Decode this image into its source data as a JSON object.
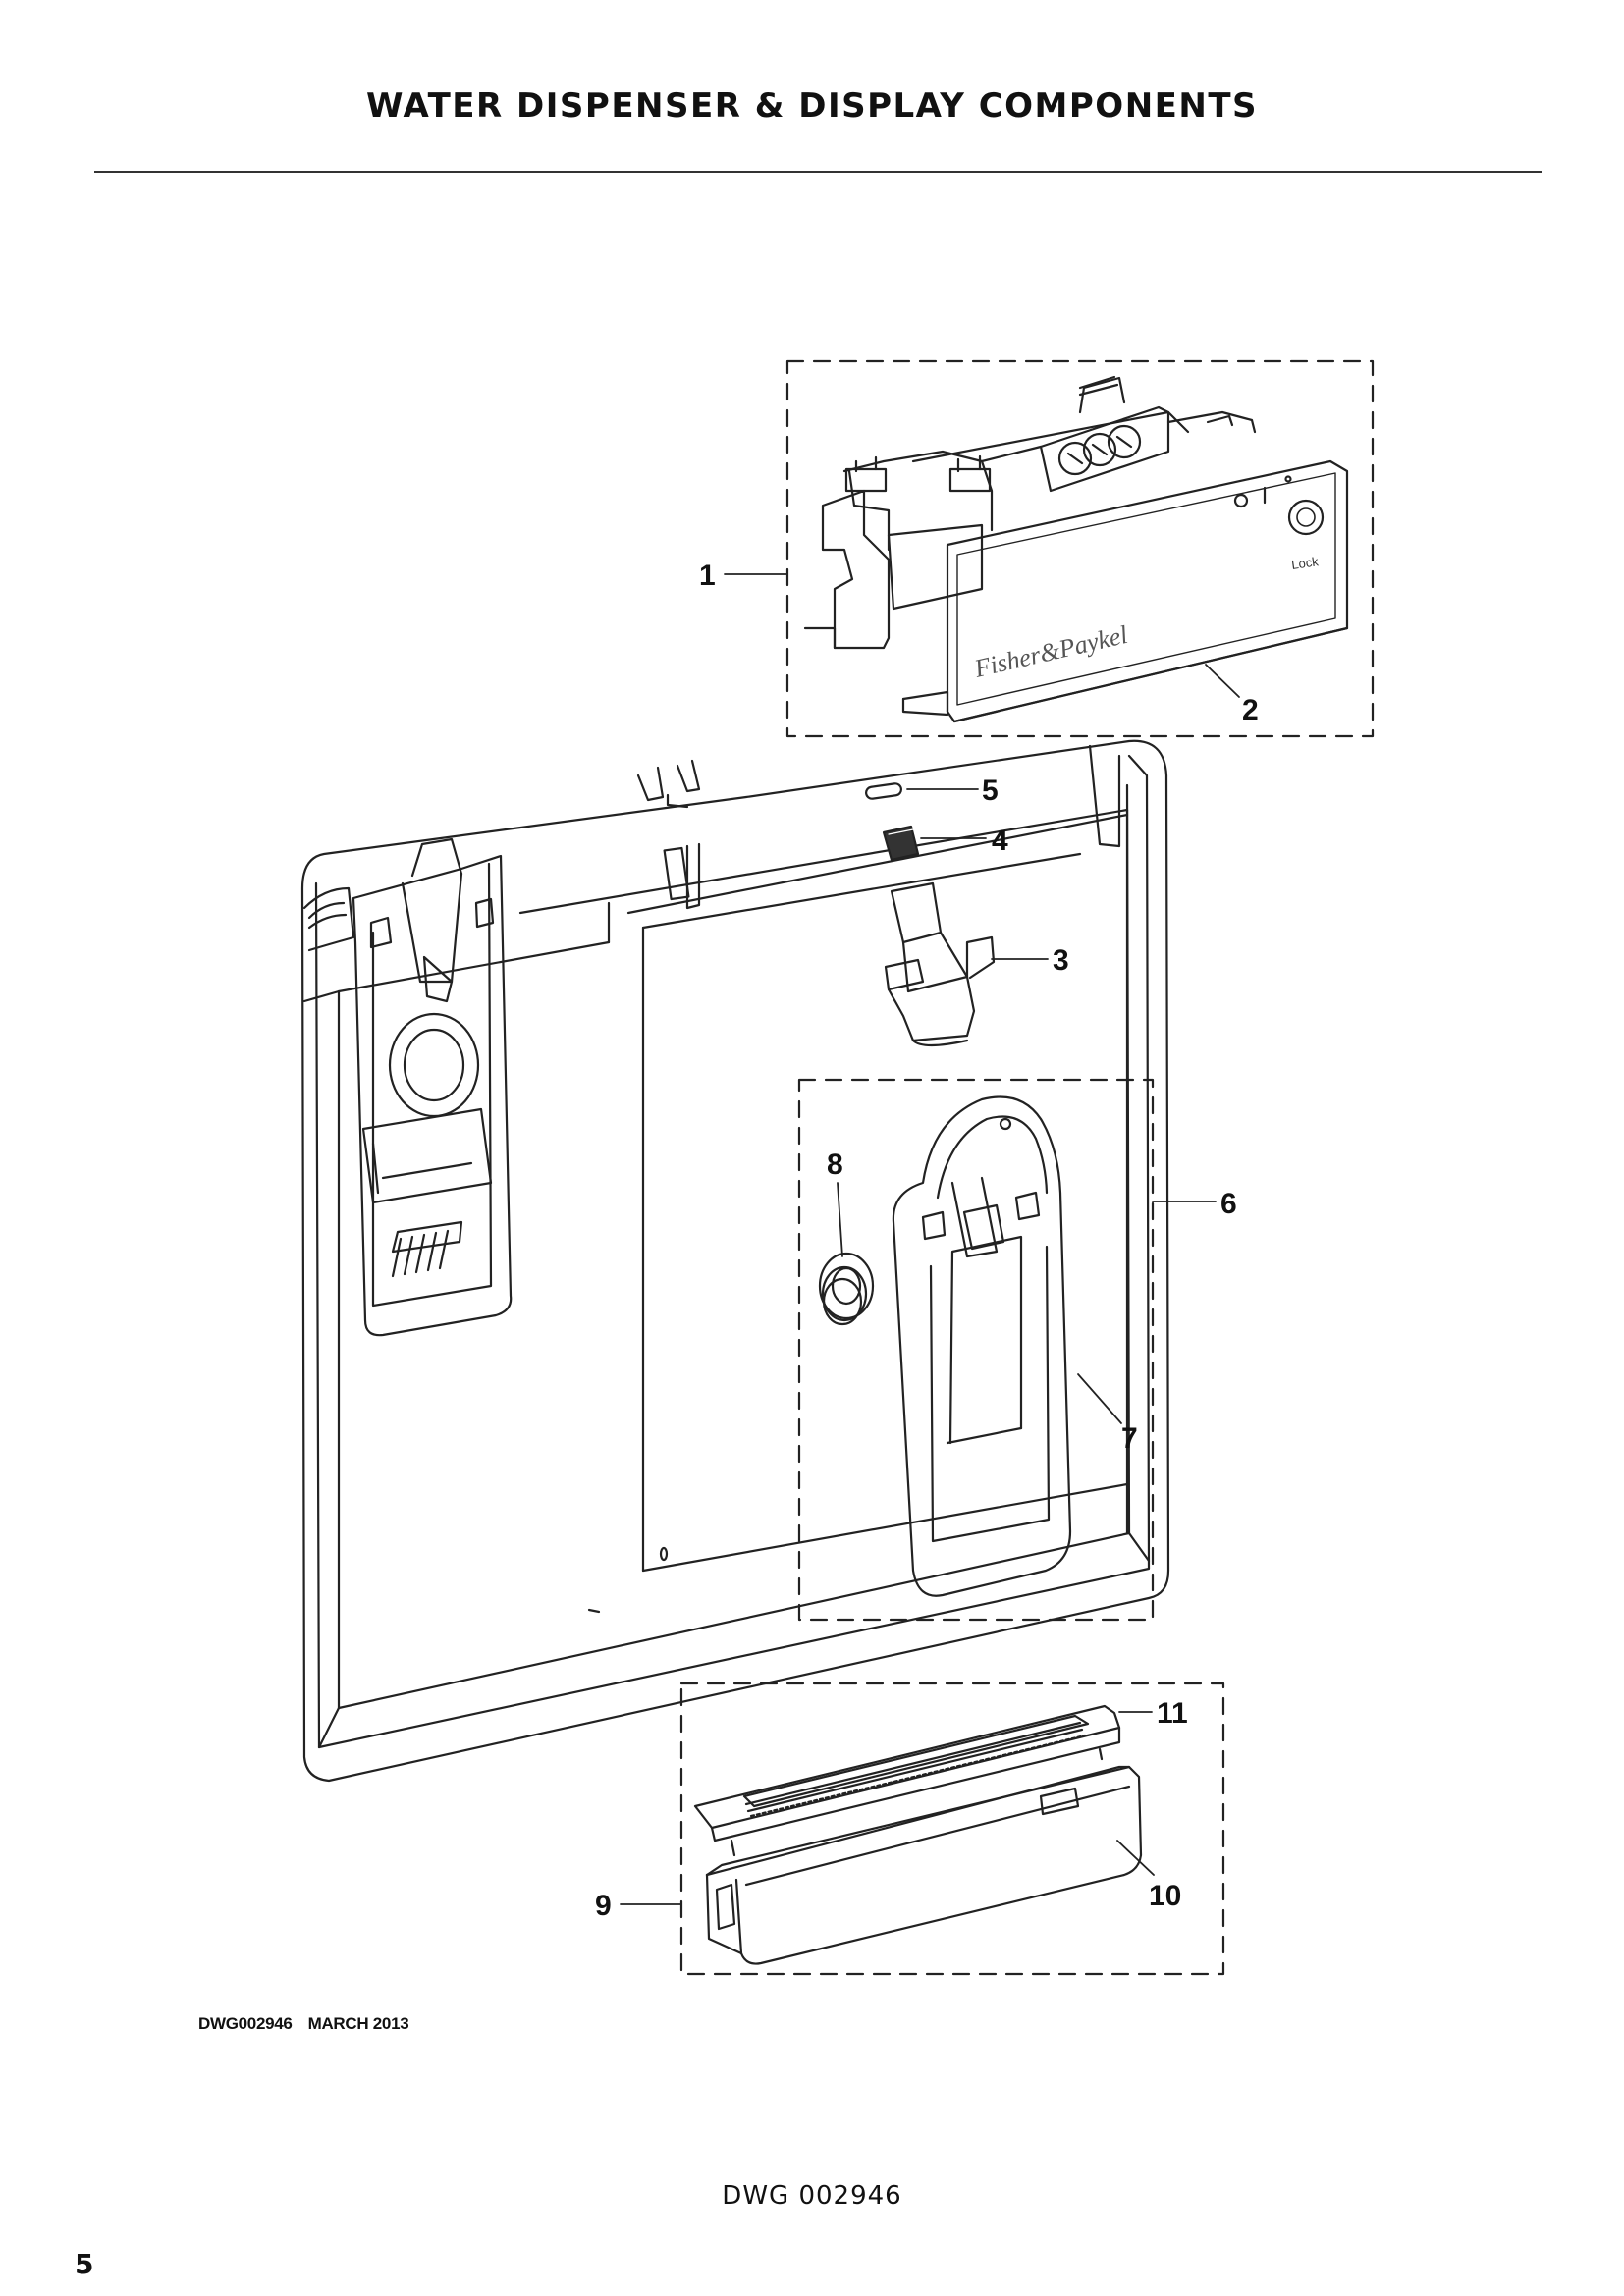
{
  "page": {
    "title": "WATER DISPENSER & DISPLAY COMPONENTS",
    "drawing_id": "DWG002946",
    "drawing_date": "MARCH 2013",
    "footer_dwg": "DWG 002946",
    "page_number": "5"
  },
  "diagram": {
    "brand_text": "Fisher&Paykel",
    "lock_label": "Lock",
    "callouts": [
      {
        "id": "1",
        "label": "1"
      },
      {
        "id": "2",
        "label": "2"
      },
      {
        "id": "3",
        "label": "3"
      },
      {
        "id": "4",
        "label": "4"
      },
      {
        "id": "5",
        "label": "5"
      },
      {
        "id": "6",
        "label": "6"
      },
      {
        "id": "7",
        "label": "7"
      },
      {
        "id": "8",
        "label": "8"
      },
      {
        "id": "9",
        "label": "9"
      },
      {
        "id": "10",
        "label": "10"
      },
      {
        "id": "11",
        "label": "11"
      }
    ]
  }
}
